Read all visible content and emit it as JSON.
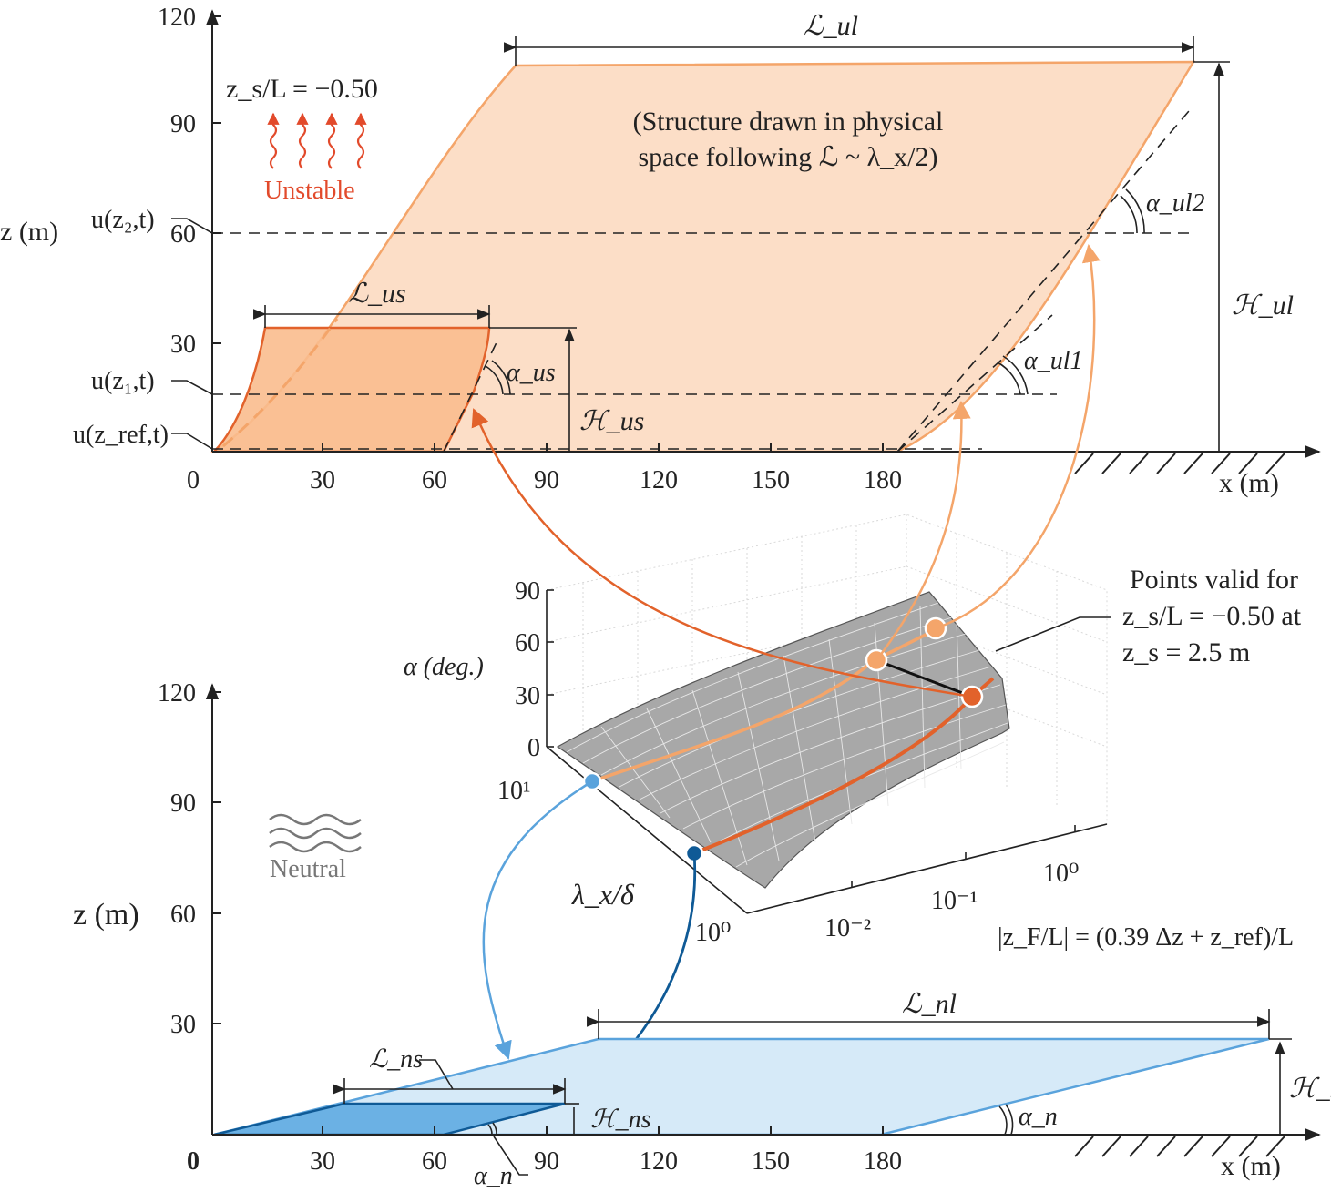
{
  "top_plot": {
    "y_label": "z (m)",
    "x_label": "x (m)",
    "y_ticks": [
      "120",
      "90",
      "60",
      "30",
      "0"
    ],
    "x_ticks": [
      "30",
      "60",
      "90",
      "120",
      "150",
      "180"
    ],
    "stability_text": "z_s/L = −0.50",
    "stability_word": "Unstable",
    "note_line1": "(Structure drawn in physical",
    "note_line2": "space following ℒ ~ λ_x/2)",
    "u_labels": [
      "u(z₂,t)",
      "u(z₁,t)",
      "u(z_ref,t)"
    ],
    "L_us": "ℒ_us",
    "L_ul": "ℒ_ul",
    "H_us": "ℋ_us",
    "H_ul": "ℋ_ul",
    "alpha_us": "α_us",
    "alpha_ul1": "α_ul1",
    "alpha_ul2": "α_ul2"
  },
  "surface_plot": {
    "z_label": "α (deg.)",
    "z_ticks": [
      "90",
      "60",
      "30",
      "0"
    ],
    "y_label": "λ_x/δ",
    "y_ticks": [
      "10¹",
      "10⁰"
    ],
    "x_ticks": [
      "10⁻²",
      "10⁻¹",
      "10⁰"
    ],
    "x_label": "|z_F/L| = (0.39 Δz + z_ref)/L",
    "note_line1": "Points valid for",
    "note_line2": "z_s/L = −0.50 at",
    "note_line3": "z_s = 2.5 m"
  },
  "bottom_plot": {
    "y_label": "z (m)",
    "x_label": "x (m)",
    "y_ticks": [
      "120",
      "90",
      "60",
      "30",
      "0"
    ],
    "x_ticks": [
      "30",
      "60",
      "90",
      "120",
      "150",
      "180"
    ],
    "stability_word": "Neutral",
    "L_ns": "ℒ_ns",
    "L_nl": "ℒ_nl",
    "H_ns": "ℋ_ns",
    "H_nl": "ℋ_nl",
    "alpha_n": "α_n"
  },
  "colors": {
    "unstable_dark": "#e2622b",
    "unstable_light": "#f4a56a",
    "unstable_fill": "#fbd3b4",
    "neutral_dark": "#0f5a96",
    "neutral_light": "#5aa3dc",
    "neutral_fill": "#d6eaf8"
  }
}
